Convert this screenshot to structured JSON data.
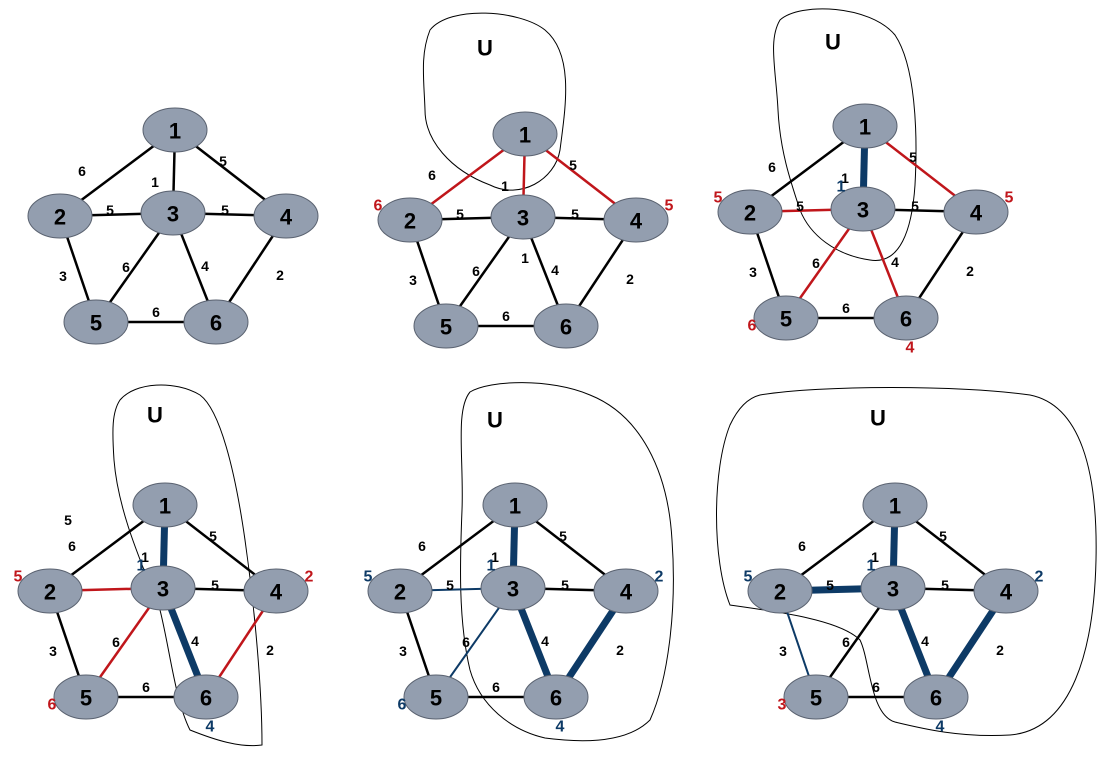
{
  "colors": {
    "node_fill": "#939eaf",
    "black_edge": "#000000",
    "red": "#c0161b",
    "navy": "#0d3a66"
  },
  "u_label": "U",
  "panels": [
    {
      "edges": [
        {
          "a": "1",
          "b": "2",
          "w": "6",
          "c": "black"
        },
        {
          "a": "1",
          "b": "3",
          "w": "1",
          "c": "black"
        },
        {
          "a": "1",
          "b": "4",
          "w": "5",
          "c": "black"
        },
        {
          "a": "2",
          "b": "3",
          "w": "5",
          "c": "black"
        },
        {
          "a": "3",
          "b": "4",
          "w": "5",
          "c": "black"
        },
        {
          "a": "2",
          "b": "5",
          "w": "3",
          "c": "black"
        },
        {
          "a": "3",
          "b": "5",
          "w": "6",
          "c": "black"
        },
        {
          "a": "3",
          "b": "6",
          "w": "4",
          "c": "black"
        },
        {
          "a": "4",
          "b": "6",
          "w": "2",
          "c": "black"
        },
        {
          "a": "5",
          "b": "6",
          "w": "6",
          "c": "black"
        }
      ],
      "side_labels": []
    },
    {
      "edges": [
        {
          "a": "1",
          "b": "2",
          "w": "6",
          "c": "red"
        },
        {
          "a": "1",
          "b": "3",
          "w": "1",
          "c": "red"
        },
        {
          "a": "1",
          "b": "4",
          "w": "5",
          "c": "red"
        },
        {
          "a": "2",
          "b": "3",
          "w": "5",
          "c": "black"
        },
        {
          "a": "3",
          "b": "4",
          "w": "5",
          "c": "black"
        },
        {
          "a": "2",
          "b": "5",
          "w": "3",
          "c": "black"
        },
        {
          "a": "3",
          "b": "5",
          "w": "6",
          "c": "black"
        },
        {
          "a": "3",
          "b": "6",
          "w": "4",
          "c": "black"
        },
        {
          "a": "4",
          "b": "6",
          "w": "2",
          "c": "black"
        },
        {
          "a": "5",
          "b": "6",
          "w": "6",
          "c": "black"
        }
      ],
      "extra_weights": [
        {
          "text": "1",
          "color": "black"
        }
      ],
      "side_labels": [
        {
          "node": "2",
          "text": "6",
          "color": "red"
        },
        {
          "node": "4",
          "text": "5",
          "color": "red"
        }
      ]
    },
    {
      "edges": [
        {
          "a": "1",
          "b": "2",
          "w": "6",
          "c": "black"
        },
        {
          "a": "1",
          "b": "3",
          "w": "1",
          "c": "navy-thick"
        },
        {
          "a": "1",
          "b": "4",
          "w": "5",
          "c": "red"
        },
        {
          "a": "2",
          "b": "3",
          "w": "5",
          "c": "red"
        },
        {
          "a": "3",
          "b": "4",
          "w": "5",
          "c": "black"
        },
        {
          "a": "2",
          "b": "5",
          "w": "3",
          "c": "black"
        },
        {
          "a": "3",
          "b": "5",
          "w": "6",
          "c": "red"
        },
        {
          "a": "3",
          "b": "6",
          "w": "4",
          "c": "red"
        },
        {
          "a": "4",
          "b": "6",
          "w": "2",
          "c": "black"
        },
        {
          "a": "5",
          "b": "6",
          "w": "6",
          "c": "black"
        }
      ],
      "side_labels": [
        {
          "node": "2",
          "text": "5",
          "color": "red"
        },
        {
          "node": "4",
          "text": "5",
          "color": "red"
        },
        {
          "node": "5",
          "text": "6",
          "color": "red"
        },
        {
          "node": "6",
          "text": "4",
          "color": "red"
        },
        {
          "node": "3",
          "text": "1",
          "color": "navy"
        }
      ]
    },
    {
      "edges": [
        {
          "a": "1",
          "b": "2",
          "w": "6",
          "c": "black"
        },
        {
          "a": "1",
          "b": "3",
          "w": "1",
          "c": "navy-thick"
        },
        {
          "a": "1",
          "b": "4",
          "w": "5",
          "c": "black"
        },
        {
          "a": "2",
          "b": "3",
          "w": "",
          "c": "red"
        },
        {
          "a": "3",
          "b": "4",
          "w": "5",
          "c": "black"
        },
        {
          "a": "2",
          "b": "5",
          "w": "3",
          "c": "black"
        },
        {
          "a": "3",
          "b": "5",
          "w": "6",
          "c": "red"
        },
        {
          "a": "3",
          "b": "6",
          "w": "4",
          "c": "navy-thick"
        },
        {
          "a": "4",
          "b": "6",
          "w": "2",
          "c": "red"
        },
        {
          "a": "5",
          "b": "6",
          "w": "6",
          "c": "black"
        }
      ],
      "extra_weights": [
        {
          "text": "5",
          "color": "black"
        }
      ],
      "side_labels": [
        {
          "node": "2",
          "text": "5",
          "color": "red"
        },
        {
          "node": "4",
          "text": "2",
          "color": "red"
        },
        {
          "node": "5",
          "text": "6",
          "color": "red"
        },
        {
          "node": "6",
          "text": "4",
          "color": "navy"
        },
        {
          "node": "3",
          "text": "1",
          "color": "navy"
        }
      ]
    },
    {
      "edges": [
        {
          "a": "1",
          "b": "2",
          "w": "6",
          "c": "black"
        },
        {
          "a": "1",
          "b": "3",
          "w": "1",
          "c": "navy-thick"
        },
        {
          "a": "1",
          "b": "4",
          "w": "5",
          "c": "black"
        },
        {
          "a": "2",
          "b": "3",
          "w": "5",
          "c": "navy-thin"
        },
        {
          "a": "3",
          "b": "4",
          "w": "5",
          "c": "black"
        },
        {
          "a": "2",
          "b": "5",
          "w": "3",
          "c": "black"
        },
        {
          "a": "3",
          "b": "5",
          "w": "6",
          "c": "navy-thin"
        },
        {
          "a": "3",
          "b": "6",
          "w": "4",
          "c": "navy-thick"
        },
        {
          "a": "4",
          "b": "6",
          "w": "2",
          "c": "navy-thick"
        },
        {
          "a": "5",
          "b": "6",
          "w": "6",
          "c": "black"
        }
      ],
      "side_labels": [
        {
          "node": "2",
          "text": "5",
          "color": "navy"
        },
        {
          "node": "4",
          "text": "2",
          "color": "navy"
        },
        {
          "node": "5",
          "text": "6",
          "color": "navy"
        },
        {
          "node": "6",
          "text": "4",
          "color": "navy"
        },
        {
          "node": "3",
          "text": "1",
          "color": "navy"
        }
      ]
    },
    {
      "edges": [
        {
          "a": "1",
          "b": "2",
          "w": "6",
          "c": "black"
        },
        {
          "a": "1",
          "b": "3",
          "w": "1",
          "c": "navy-thick"
        },
        {
          "a": "1",
          "b": "4",
          "w": "5",
          "c": "black"
        },
        {
          "a": "2",
          "b": "3",
          "w": "5",
          "c": "navy-thick"
        },
        {
          "a": "3",
          "b": "4",
          "w": "5",
          "c": "black"
        },
        {
          "a": "2",
          "b": "5",
          "w": "3",
          "c": "navy-thin"
        },
        {
          "a": "3",
          "b": "5",
          "w": "6",
          "c": "black"
        },
        {
          "a": "3",
          "b": "6",
          "w": "4",
          "c": "navy-thick"
        },
        {
          "a": "4",
          "b": "6",
          "w": "2",
          "c": "navy-thick"
        },
        {
          "a": "5",
          "b": "6",
          "w": "6",
          "c": "black"
        }
      ],
      "side_labels": [
        {
          "node": "2",
          "text": "5",
          "color": "navy"
        },
        {
          "node": "4",
          "text": "2",
          "color": "navy"
        },
        {
          "node": "5",
          "text": "3",
          "color": "red"
        },
        {
          "node": "6",
          "text": "4",
          "color": "navy"
        },
        {
          "node": "3",
          "text": "1",
          "color": "navy"
        }
      ]
    }
  ]
}
